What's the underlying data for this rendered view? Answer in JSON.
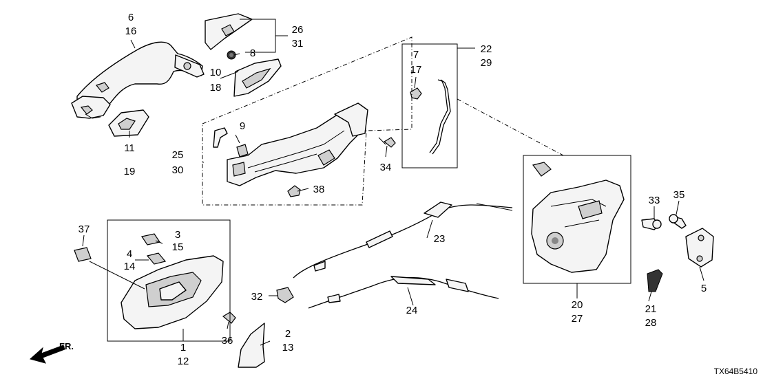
{
  "diagram": {
    "code": "TX64B5410",
    "direction_label": "FR.",
    "labels": {
      "n1": "1",
      "n2": "2",
      "n3": "3",
      "n4": "4",
      "n5": "5",
      "n6": "6",
      "n7": "7",
      "n8": "8",
      "n9": "9",
      "n10": "10",
      "n11": "11",
      "n12": "12",
      "n13": "13",
      "n14": "14",
      "n15": "15",
      "n16": "16",
      "n17": "17",
      "n18": "18",
      "n19": "19",
      "n20": "20",
      "n21": "21",
      "n22": "22",
      "n23": "23",
      "n24": "24",
      "n25": "25",
      "n26": "26",
      "n27": "27",
      "n28": "28",
      "n29": "29",
      "n30": "30",
      "n31": "31",
      "n32": "32",
      "n33": "33",
      "n34": "34",
      "n35": "35",
      "n36": "36",
      "n37": "37",
      "n38": "38"
    }
  }
}
